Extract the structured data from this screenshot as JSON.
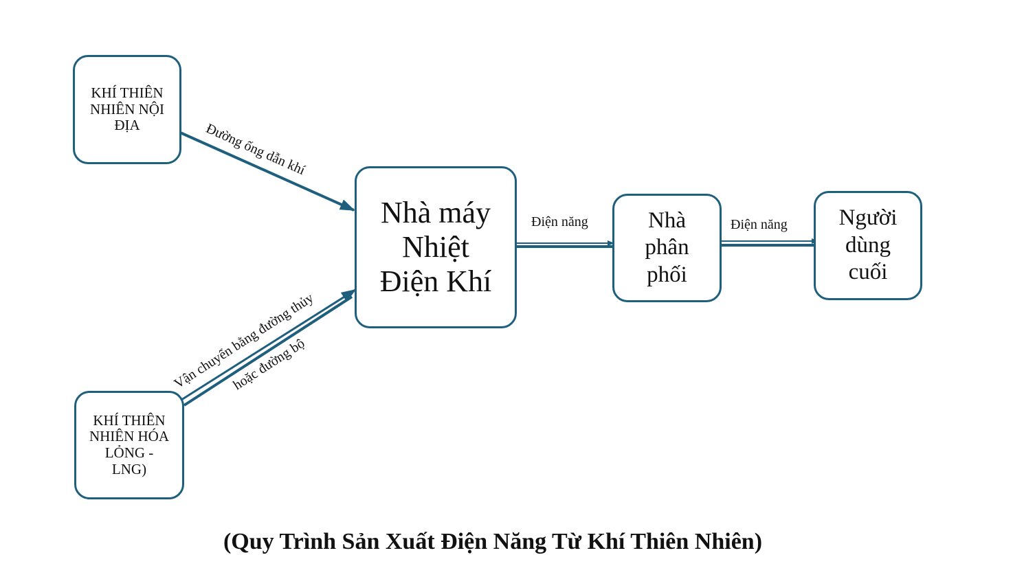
{
  "diagram": {
    "nodes": {
      "domestic_gas": "KHÍ THIÊN\nNHIÊN NỘI\nĐỊA",
      "lng": "KHÍ THIÊN\nNHIÊN HÓA\nLỎNG -\nLNG)",
      "power_plant": "Nhà máy\nNhiệt\nĐiện Khí",
      "distributor": "Nhà\nphân\nphối",
      "end_user": "Người\ndùng\ncuối"
    },
    "edges": {
      "pipeline": "Đường ống dẫn khí",
      "lng_transport_line1": "Vận chuyển bằng đường thủy",
      "lng_transport_line2": "hoặc đường bộ",
      "plant_to_distributor": "Điện năng",
      "distributor_to_user": "Điện năng"
    },
    "caption": "(Quy Trình Sản Xuất Điện Năng Từ Khí Thiên Nhiên)",
    "colors": {
      "stroke": "#1f5f7e",
      "background": "#ffffff",
      "text": "#111111"
    }
  }
}
